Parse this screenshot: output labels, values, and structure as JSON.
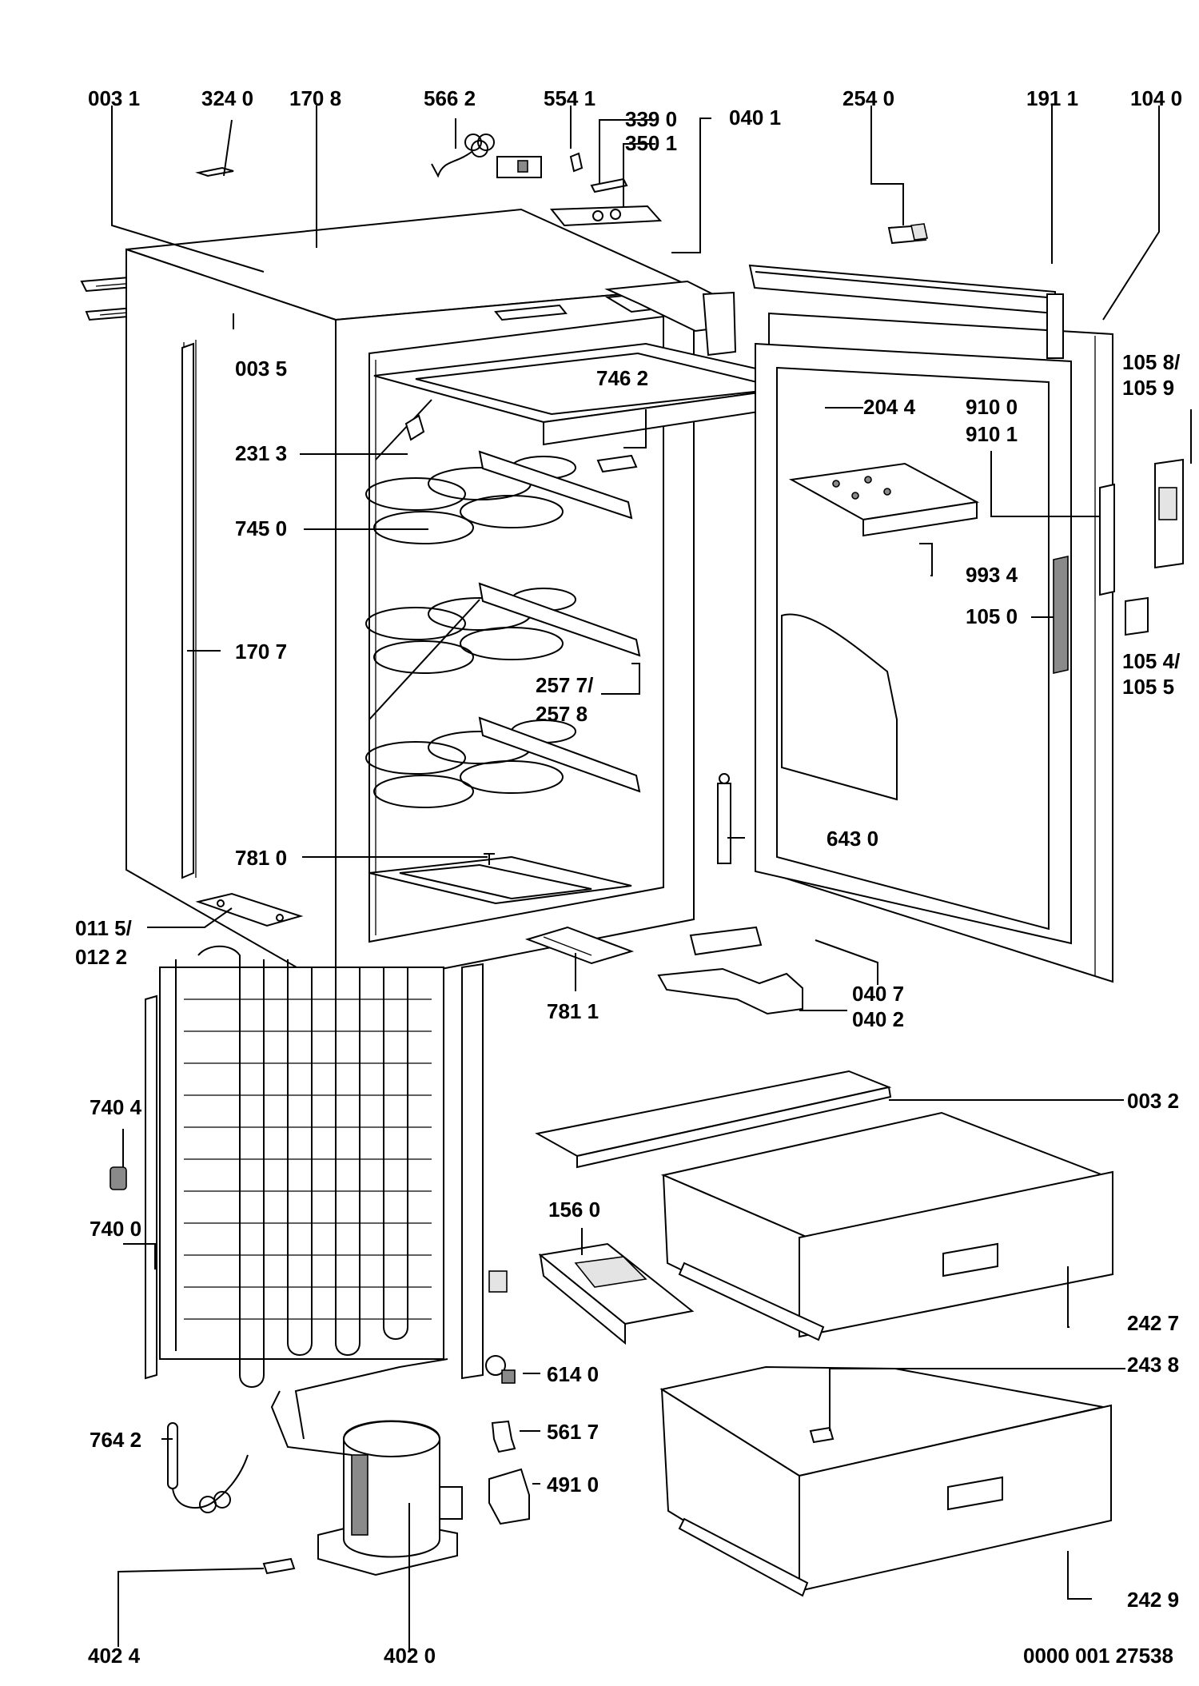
{
  "labels": {
    "l0031": "003 1",
    "l3240": "324 0",
    "l1708": "170 8",
    "l5662": "566 2",
    "l5541": "554 1",
    "l3390": "339 0",
    "l3501": "350 1",
    "l0401": "040 1",
    "l2540": "254 0",
    "l1911": "191 1",
    "l1040": "104 0",
    "l0035": "003 5",
    "l7462": "746 2",
    "l2044": "204 4",
    "l9100": "910 0",
    "l9101": "910 1",
    "l1058": "105 8/",
    "l1059": "105 9",
    "l2313": "231 3",
    "l7450": "745 0",
    "l9934": "993 4",
    "l1050": "105 0",
    "l1054": "105 4/",
    "l1055": "105 5",
    "l1707": "170 7",
    "l2577": "257 7/",
    "l2578": "257 8",
    "l6430": "643 0",
    "l7810": "781 0",
    "l0115": "011 5/",
    "l0122": "012 2",
    "l0407": "040 7",
    "l0402": "040 2",
    "l7811": "781 1",
    "l0032": "003 2",
    "l7404": "740 4",
    "l7400": "740 0",
    "l1560": "156 0",
    "l2427": "242 7",
    "l2438": "243 8",
    "l6140": "614 0",
    "l5617": "561 7",
    "l4910": "491 0",
    "l7642": "764 2",
    "l2429": "242 9",
    "l4024": "402 4",
    "l4020": "402 0"
  },
  "drawing_number": "0000 001 27538"
}
